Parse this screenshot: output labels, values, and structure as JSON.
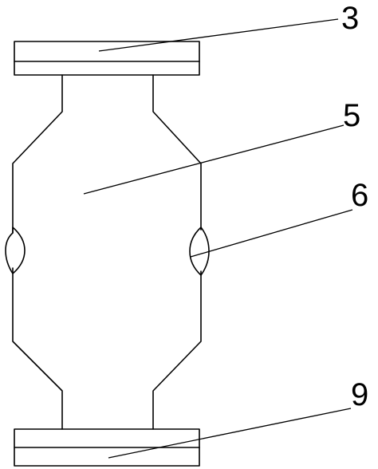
{
  "diagram": {
    "parts": [
      {
        "key": "top_flange",
        "callout": "3"
      },
      {
        "key": "body",
        "callout": "5"
      },
      {
        "key": "side_bulge",
        "callout": "6"
      },
      {
        "key": "bottom_flange",
        "callout": "9"
      }
    ],
    "line_color": "#000000",
    "background_color": "#ffffff"
  }
}
